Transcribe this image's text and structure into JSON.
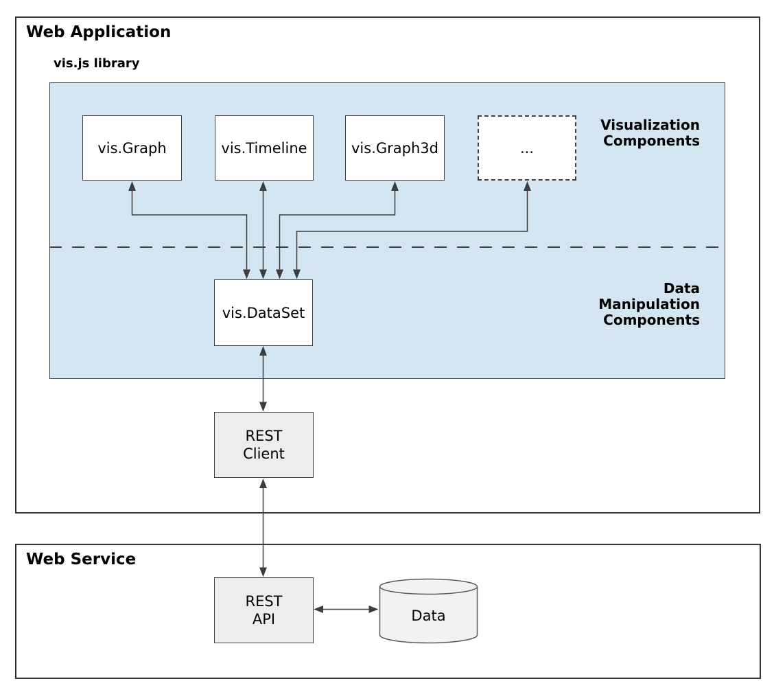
{
  "web_application": {
    "title": "Web Application",
    "visjs_library_label": "vis.js library",
    "section_labels": {
      "visualization": "Visualization\nComponents",
      "data_manipulation": "Data\nManipulation\nComponents"
    },
    "nodes": {
      "vis_graph": "vis.Graph",
      "vis_timeline": "vis.Timeline",
      "vis_graph3d": "vis.Graph3d",
      "more_placeholder": "...",
      "vis_dataset": "vis.DataSet",
      "rest_client": "REST\nClient"
    }
  },
  "web_service": {
    "title": "Web Service",
    "nodes": {
      "rest_api": "REST\nAPI",
      "data_store": "Data"
    }
  },
  "colors": {
    "library_fill": "#d4e6f2",
    "node_fill_white": "#ffffff",
    "node_fill_gray": "#ededed",
    "container_border": "#343434",
    "node_border": "#3f3f3f",
    "arrow": "#3d3d3d"
  }
}
